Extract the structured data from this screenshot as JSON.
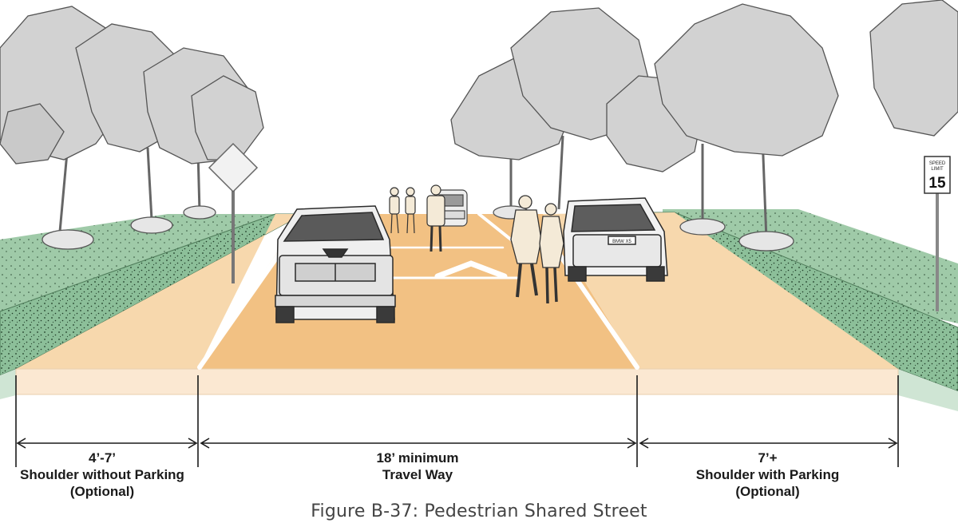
{
  "figure": {
    "caption": "Figure B-37: Pedestrian Shared Street"
  },
  "dimensions": [
    {
      "measure": "4’-7’",
      "label": "Shoulder without Parking",
      "note": "(Optional)"
    },
    {
      "measure": "18’ minimum",
      "label": "Travel Way",
      "note": ""
    },
    {
      "measure": "7’+",
      "label": "Shoulder with Parking",
      "note": "(Optional)"
    }
  ],
  "speed_sign": {
    "top_text": "SPEED",
    "mid_text": "LIMIT",
    "value": "15"
  },
  "license_plate": "BMW X5",
  "colors": {
    "travel_way": "#f2c183",
    "shoulder": "#f7d8ad",
    "sidewalk_edge": "#fbe8d2",
    "planting_strip": "#8bbd97",
    "lawn": "#a9d2b1",
    "tree": "#d0d0d0",
    "marking": "#ffffff"
  }
}
